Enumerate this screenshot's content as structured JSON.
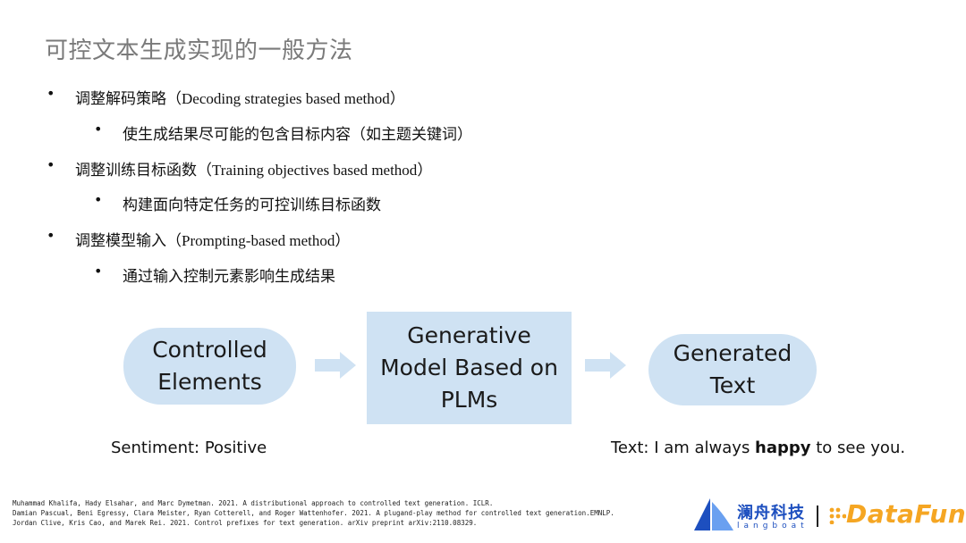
{
  "title": "可控文本生成实现的一般方法",
  "bullets": [
    {
      "zh": "调整解码策略（",
      "en": "Decoding strategies based method",
      "close": "）"
    },
    {
      "sub": "使生成结果尽可能的包含目标内容（如主题关键词）"
    },
    {
      "zh": "调整训练目标函数（",
      "en": "Training objectives based method",
      "close": "）"
    },
    {
      "sub": "构建面向特定任务的可控训练目标函数"
    },
    {
      "zh": "调整模型输入（",
      "en": "Prompting-based method",
      "close": "）"
    },
    {
      "sub": "通过输入控制元素影响生成结果"
    }
  ],
  "bullet_glyph": "•",
  "diagram": {
    "node_controlled": {
      "line1": "Controlled",
      "line2": "Elements"
    },
    "node_model": {
      "line1": "Generative",
      "line2": "Model Based on",
      "line3": "PLMs"
    },
    "node_generated": {
      "line1": "Generated",
      "line2": "Text"
    },
    "caption_left": "Sentiment: Positive",
    "caption_right": {
      "pre": "Text: I am always ",
      "bold": "happy",
      "post": " to see you."
    },
    "node_color": "#cfe2f3",
    "arrow_color": "#cfe2f3"
  },
  "references": [
    "Muhammad Khalifa, Hady Elsahar, and Marc Dymetman. 2021. A distributional approach to controlled text generation. ICLR.",
    "Damian Pascual, Beni Egressy, Clara Meister, Ryan Cotterell, and Roger Wattenhofer. 2021. A plugand-play method for controlled text generation.EMNLP.",
    "Jordan Clive, Kris Cao, and Marek Rei. 2021. Control prefixes for text generation. arXiv preprint arXiv:2110.08329."
  ],
  "logos": {
    "langboat_cn": "澜舟科技",
    "langboat_en": "langboat",
    "datafun": "DataFun."
  }
}
